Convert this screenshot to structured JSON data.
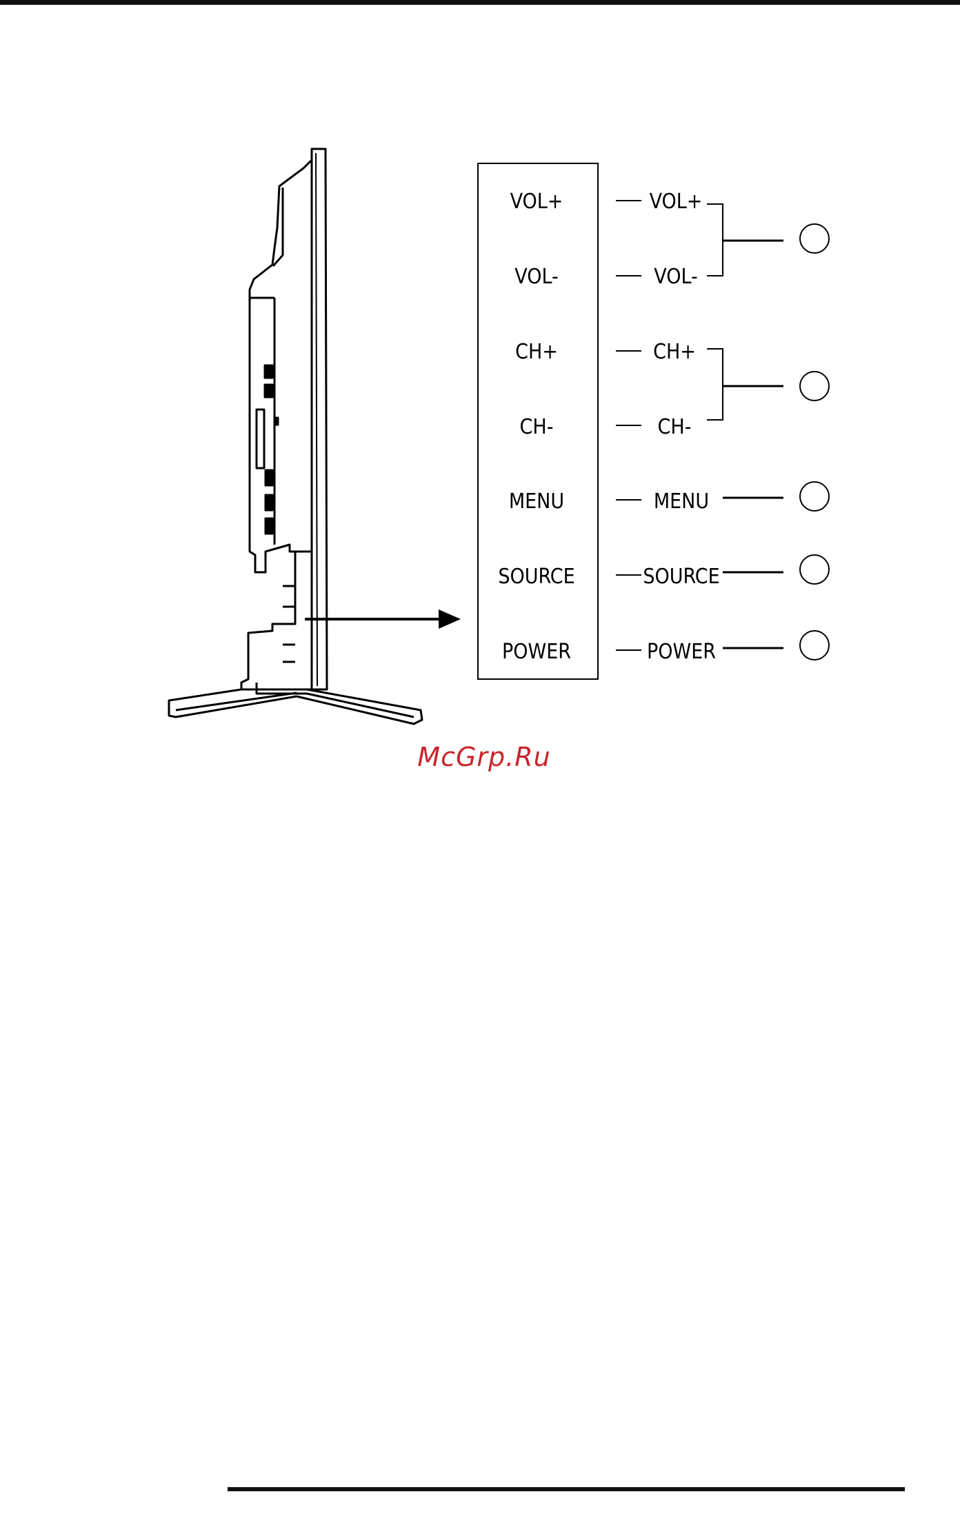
{
  "panel": {
    "buttons": [
      "VOL+",
      "VOL-",
      "CH+",
      "CH-",
      "MENU",
      "SOURCE",
      "POWER"
    ]
  },
  "callouts": {
    "labels": [
      "VOL+",
      "VOL-",
      "CH+",
      "CH-",
      "MENU",
      "SOURCE",
      "POWER"
    ]
  },
  "watermark": "McGrp.Ru"
}
